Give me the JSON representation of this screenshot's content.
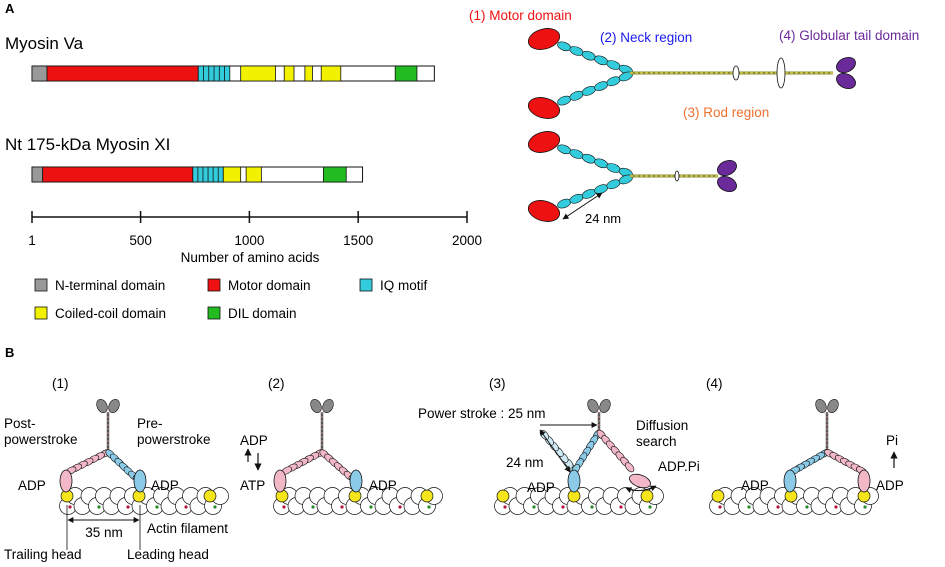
{
  "panel_a": {
    "label": "A",
    "myosin_va": {
      "title": "Myosin Va",
      "segments": [
        {
          "domain": "n_terminal",
          "start": 1,
          "end": 70
        },
        {
          "domain": "motor",
          "start": 70,
          "end": 765
        },
        {
          "domain": "iq",
          "start": 765,
          "end": 910
        },
        {
          "domain": "coiled",
          "start": 960,
          "end": 1120
        },
        {
          "domain": "coiled",
          "start": 1160,
          "end": 1205
        },
        {
          "domain": "coiled",
          "start": 1255,
          "end": 1290
        },
        {
          "domain": "coiled",
          "start": 1330,
          "end": 1420
        },
        {
          "domain": "dil",
          "start": 1670,
          "end": 1770
        }
      ],
      "length": 1850,
      "iq_count": 6
    },
    "myosin_xi": {
      "title": "Nt 175-kDa Myosin XI",
      "segments": [
        {
          "domain": "n_terminal",
          "start": 1,
          "end": 50
        },
        {
          "domain": "motor",
          "start": 50,
          "end": 740
        },
        {
          "domain": "iq",
          "start": 740,
          "end": 880
        },
        {
          "domain": "coiled",
          "start": 880,
          "end": 960
        },
        {
          "domain": "coiled",
          "start": 985,
          "end": 1055
        },
        {
          "domain": "dil",
          "start": 1340,
          "end": 1445
        }
      ],
      "length": 1520,
      "iq_count": 6
    },
    "axis": {
      "ticks": [
        "1",
        "500",
        "1000",
        "1500",
        "2000"
      ],
      "tick_values": [
        1,
        500,
        1000,
        1500,
        2000
      ],
      "label": "Number of amino acids"
    },
    "legend": [
      {
        "label": "N-terminal domain",
        "color": "#999999"
      },
      {
        "label": "Motor domain",
        "color": "#ee1111"
      },
      {
        "label": "IQ motif",
        "color": "#33ccdd"
      },
      {
        "label": "Coiled-coil domain",
        "color": "#f2f200"
      },
      {
        "label": "DIL domain",
        "color": "#22bb22"
      }
    ],
    "structure": {
      "motor_label": "(1) Motor domain",
      "neck_label": "(2) Neck region",
      "rod_label": "(3) Rod region",
      "tail_label": "(4) Globular tail domain",
      "scale_label": "24 nm"
    }
  },
  "panel_b": {
    "label": "B",
    "steps": [
      {
        "num": "(1)",
        "post_label_1": "Post-",
        "post_label_2": "powerstroke",
        "pre_label_1": "Pre-",
        "pre_label_2": "powerstroke",
        "left_nucleotide": "ADP",
        "right_nucleotide": "ADP",
        "step_label": "35 nm",
        "actin_label": "Actin filament",
        "trailing_label": "Trailing head",
        "leading_label": "Leading head"
      },
      {
        "num": "(2)",
        "adp": "ADP",
        "atp": "ATP",
        "right_nucleotide": "ADP"
      },
      {
        "num": "(3)",
        "power_stroke": "Power stroke : 25 nm",
        "diffusion_1": "Diffusion",
        "diffusion_2": "search",
        "scale": "24 nm",
        "left_nucleotide": "ADP",
        "right_nucleotide": "ADP.Pi"
      },
      {
        "num": "(4)",
        "left_nucleotide": "ADP",
        "right_nucleotide": "ADP",
        "pi": "Pi"
      }
    ]
  },
  "colors": {
    "motor": "#ee1111",
    "iq": "#33ccdd",
    "coiled": "#f2f200",
    "dil": "#22bb22",
    "n_terminal": "#999999",
    "motor_label": "#ee1111",
    "neck_label": "#1a1aee",
    "rod_label": "#f07030",
    "tail_label": "#6a2a9a",
    "tail": "#6a2a9a",
    "head_pink": "#f2b8c8",
    "head_blue": "#8ccbe8",
    "rod": "#c8c060",
    "actin_yellow": "#f5e51a"
  }
}
